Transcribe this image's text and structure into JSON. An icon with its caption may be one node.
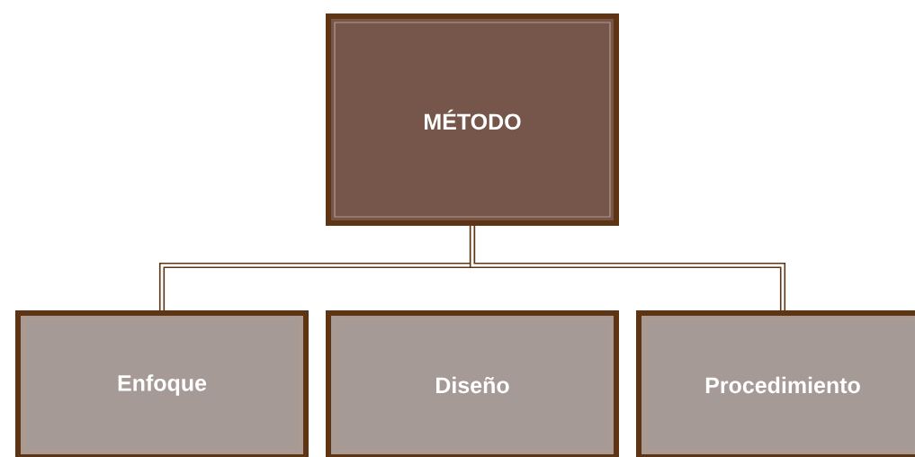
{
  "diagram": {
    "nodes": [
      {
        "text": [
          "MÉTODO"
        ]
      },
      {
        "text": [
          "Enfoque"
        ]
      },
      {
        "text": [
          "Diseño"
        ]
      },
      {
        "text": [
          "Procedimiento"
        ]
      }
    ],
    "edges": [
      {
        "from": 0,
        "to": 1,
        "arrow": "none"
      },
      {
        "from": 0,
        "to": 3,
        "arrow": "none"
      }
    ]
  }
}
